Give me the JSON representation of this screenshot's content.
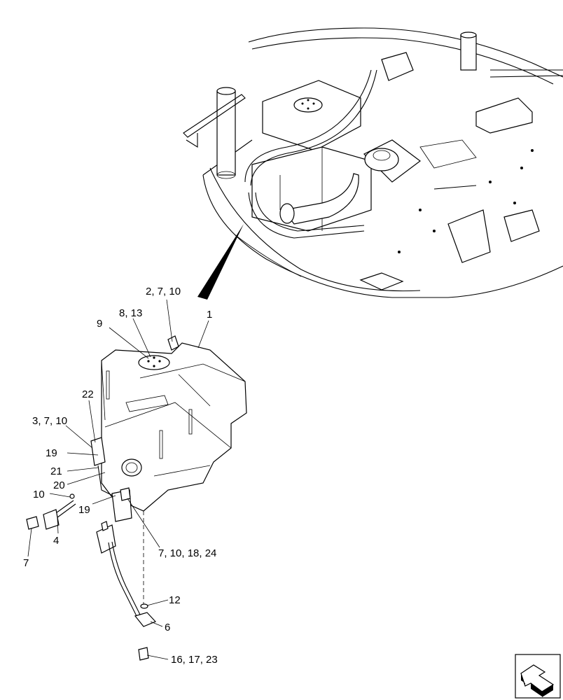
{
  "diagram": {
    "callouts": [
      {
        "id": "c1",
        "text": "1"
      },
      {
        "id": "c2",
        "text": "2, 7, 10"
      },
      {
        "id": "c3",
        "text": "8, 13"
      },
      {
        "id": "c4",
        "text": "9"
      },
      {
        "id": "c5",
        "text": "22"
      },
      {
        "id": "c6",
        "text": "3, 7, 10"
      },
      {
        "id": "c7",
        "text": "19"
      },
      {
        "id": "c8",
        "text": "21"
      },
      {
        "id": "c9",
        "text": "20"
      },
      {
        "id": "c10",
        "text": "10"
      },
      {
        "id": "c11",
        "text": "19"
      },
      {
        "id": "c12",
        "text": "4"
      },
      {
        "id": "c13",
        "text": "7"
      },
      {
        "id": "c14",
        "text": "7, 10, 18, 24"
      },
      {
        "id": "c15",
        "text": "12"
      },
      {
        "id": "c16",
        "text": "6"
      },
      {
        "id": "c17",
        "text": "16, 17, 23"
      }
    ],
    "nav_icon": "next-page-arrow-icon"
  }
}
